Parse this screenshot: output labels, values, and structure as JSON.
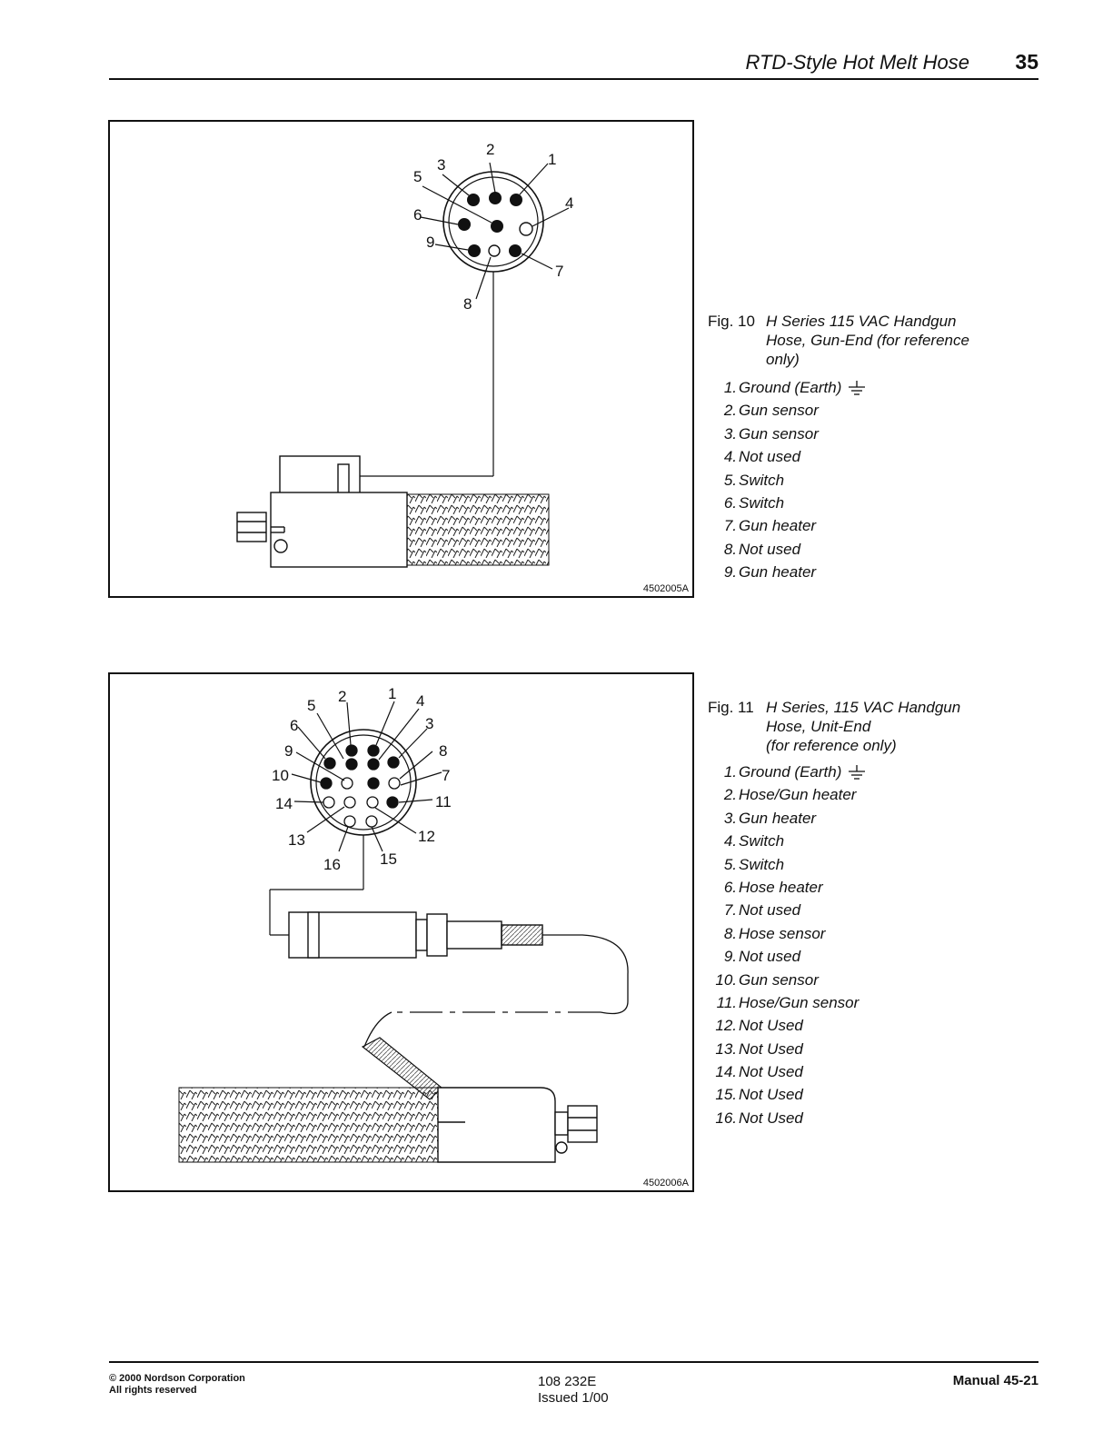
{
  "header": {
    "title": "RTD-Style Hot Melt Hose",
    "page_number": "35"
  },
  "fig10": {
    "label": "Fig. 10",
    "title_lines": [
      "H Series  115 VAC Handgun",
      "Hose, Gun-End (for reference",
      "only)"
    ],
    "image_id": "4502005A",
    "pin_labels": [
      "1",
      "2",
      "3",
      "4",
      "5",
      "6",
      "7",
      "8",
      "9"
    ],
    "items": [
      {
        "num": "1.",
        "text": "Ground (Earth)",
        "ground": true
      },
      {
        "num": "2.",
        "text": "Gun sensor"
      },
      {
        "num": "3.",
        "text": "Gun sensor"
      },
      {
        "num": "4.",
        "text": "Not used"
      },
      {
        "num": "5.",
        "text": "Switch"
      },
      {
        "num": "6.",
        "text": "Switch"
      },
      {
        "num": "7.",
        "text": "Gun heater"
      },
      {
        "num": "8.",
        "text": "Not used"
      },
      {
        "num": "9.",
        "text": "Gun heater"
      }
    ]
  },
  "fig11": {
    "label": "Fig. 11",
    "title_lines": [
      "H Series, 115 VAC Handgun",
      "Hose, Unit-End",
      "(for reference only)"
    ],
    "image_id": "4502006A",
    "pin_labels": [
      "1",
      "2",
      "3",
      "4",
      "5",
      "6",
      "7",
      "8",
      "9",
      "10",
      "11",
      "12",
      "13",
      "14",
      "15",
      "16"
    ],
    "items": [
      {
        "num": "1.",
        "text": "Ground (Earth)",
        "ground": true
      },
      {
        "num": "2.",
        "text": "Hose/Gun heater"
      },
      {
        "num": "3.",
        "text": "Gun heater"
      },
      {
        "num": "4.",
        "text": "Switch"
      },
      {
        "num": "5.",
        "text": "Switch"
      },
      {
        "num": "6.",
        "text": "Hose heater"
      },
      {
        "num": "7.",
        "text": "Not used"
      },
      {
        "num": "8.",
        "text": "Hose sensor"
      },
      {
        "num": "9.",
        "text": "Not used"
      },
      {
        "num": "10.",
        "text": "Gun sensor"
      },
      {
        "num": "11.",
        "text": "Hose/Gun sensor"
      },
      {
        "num": "12.",
        "text": "Not Used"
      },
      {
        "num": "13.",
        "text": "Not Used"
      },
      {
        "num": "14.",
        "text": "Not Used"
      },
      {
        "num": "15.",
        "text": "Not Used"
      },
      {
        "num": "16.",
        "text": "Not Used"
      }
    ]
  },
  "footer": {
    "copyright": "© 2000 Nordson Corporation",
    "rights": "All rights reserved",
    "doc_number": "108 232E",
    "issued": "Issued 1/00",
    "manual": "Manual 45-21"
  }
}
